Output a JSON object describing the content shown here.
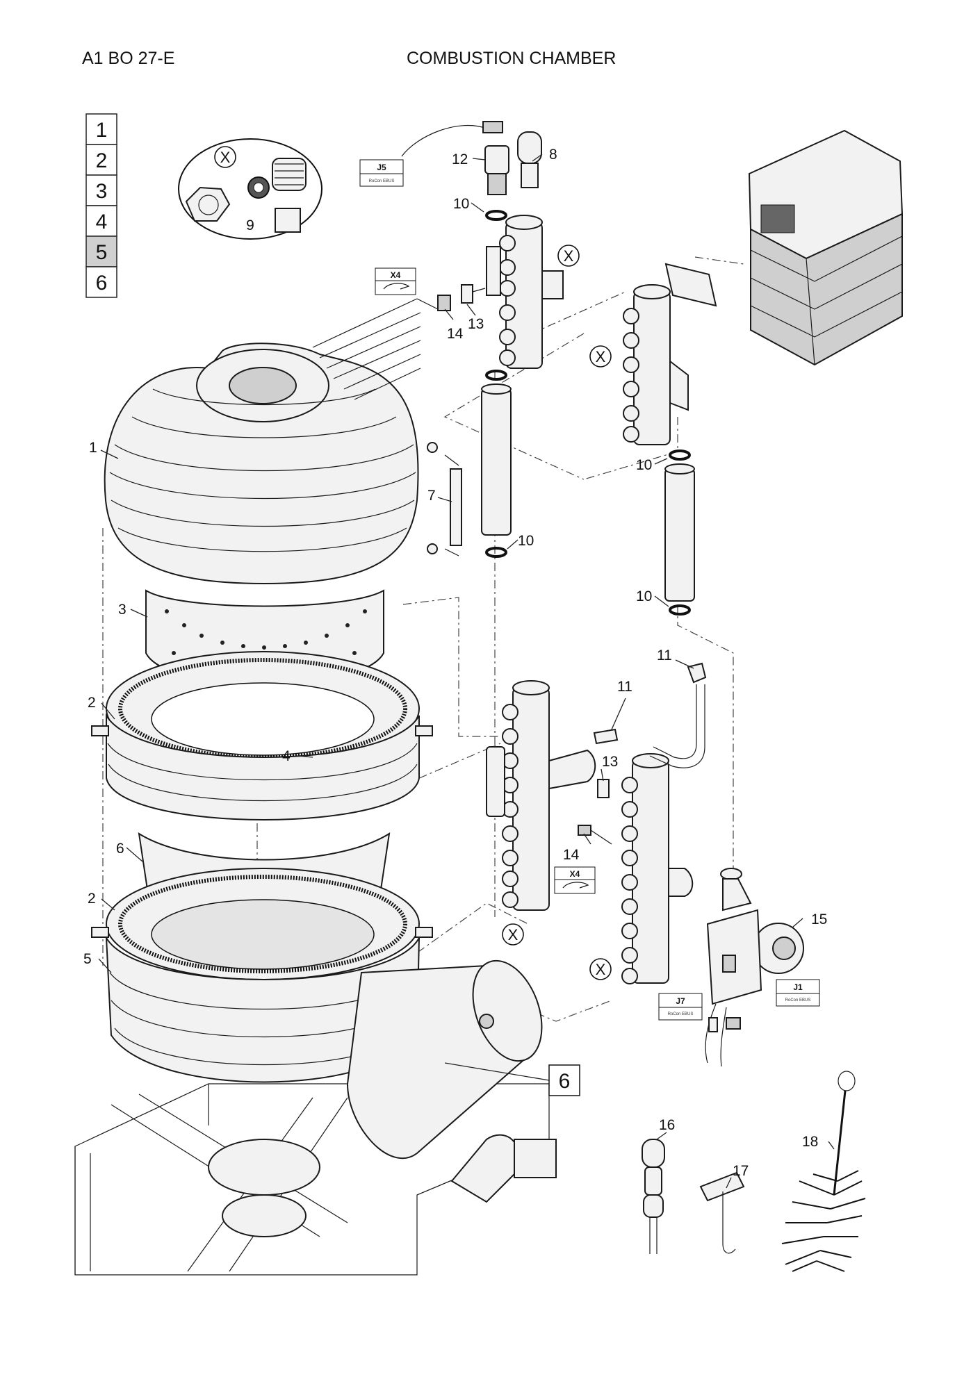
{
  "header": {
    "code": "A1 BO 27-E",
    "title": "COMBUSTION CHAMBER"
  },
  "page_index": {
    "items": [
      "1",
      "2",
      "3",
      "4",
      "5",
      "6"
    ],
    "active": "5"
  },
  "detail_symbol": "X",
  "callouts": {
    "c1": "1",
    "c2a": "2",
    "c2b": "2",
    "c3": "3",
    "c4": "4",
    "c5": "5",
    "c6": "6",
    "c7": "7",
    "c8": "8",
    "c9": "9",
    "c10a": "10",
    "c10b": "10",
    "c10c": "10",
    "c10d": "10",
    "c11a": "11",
    "c11b": "11",
    "c12": "12",
    "c13a": "13",
    "c13b": "13",
    "c14a": "14",
    "c14b": "14",
    "c15": "15",
    "c16": "16",
    "c17": "17",
    "c18": "18"
  },
  "connector_tags": {
    "j5": {
      "code": "J5",
      "sub": "RoCon EBUS"
    },
    "x4a": {
      "code": "X4"
    },
    "x4b": {
      "code": "X4"
    },
    "j7": {
      "code": "J7",
      "sub": "RoCon EBUS"
    },
    "j1": {
      "code": "J1",
      "sub": "RoCon EBUS"
    }
  },
  "sheet_ref": "6",
  "colors": {
    "line": "#1a1a1a",
    "active_box": "#d0d0d0",
    "part_fill": "#f2f2f2"
  },
  "icons": [
    "sensor-icon",
    "pump-icon",
    "boiler-unit-icon",
    "brush-icon",
    "t-key-icon",
    "pin-tool-icon"
  ]
}
